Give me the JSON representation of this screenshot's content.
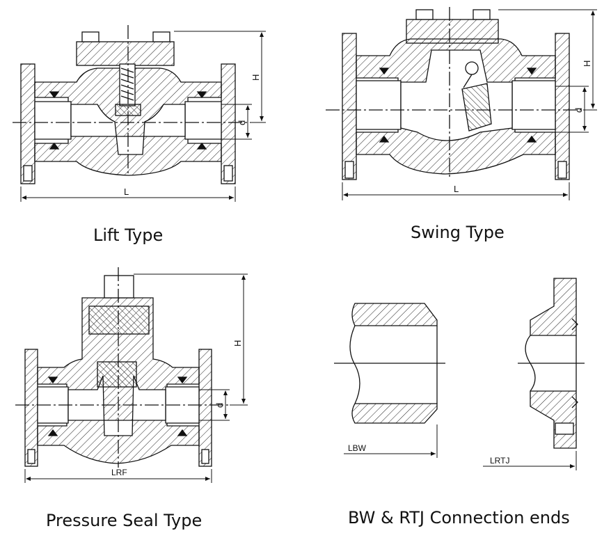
{
  "panels": {
    "lift": {
      "caption": "Lift Type",
      "dims": {
        "length": "L",
        "height": "H",
        "diameter": "d"
      }
    },
    "swing": {
      "caption": "Swing Type",
      "dims": {
        "length": "L",
        "height": "H",
        "diameter": "d"
      }
    },
    "pressure_seal": {
      "caption": "Pressure Seal Type",
      "dims": {
        "length": "LRF",
        "height": "H",
        "diameter": "d"
      }
    },
    "ends": {
      "caption": "BW & RTJ Connection ends",
      "dims": {
        "bw_length": "LBW",
        "rtj_length": "LRTJ"
      }
    }
  }
}
